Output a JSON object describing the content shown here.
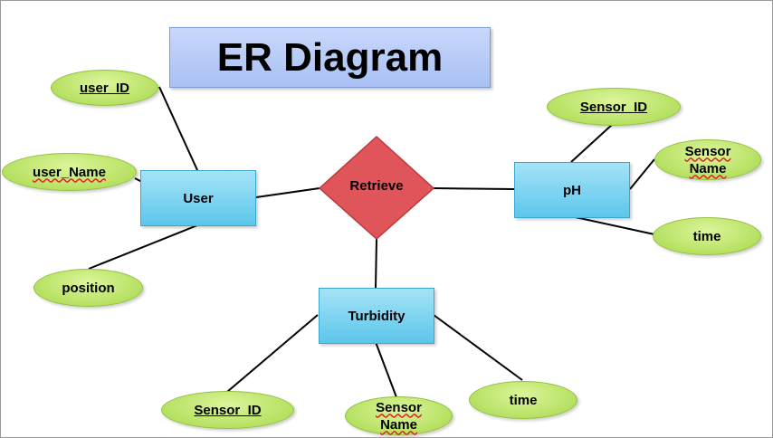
{
  "title": "ER Diagram",
  "relationship": {
    "label": "Retrieve"
  },
  "entities": {
    "user": "User",
    "ph": "pH",
    "turbidity": "Turbidity"
  },
  "attributes": {
    "user": {
      "id": "user_ID",
      "name": "user_Name",
      "position": "position"
    },
    "ph": {
      "sensor_id": "Sensor_ID",
      "sensor_name_line1": "Sensor",
      "sensor_name_line2": "Name",
      "time": "time"
    },
    "turbidity": {
      "sensor_id": "Sensor_ID",
      "sensor_name_line1": "Sensor",
      "sensor_name_line2": "Name",
      "time": "time"
    }
  },
  "colors": {
    "title_fill": "#b8ccf7",
    "entity_fill": "#7fd3f0",
    "attribute_fill": "#c2e86e",
    "relationship_fill": "#e0555a"
  }
}
